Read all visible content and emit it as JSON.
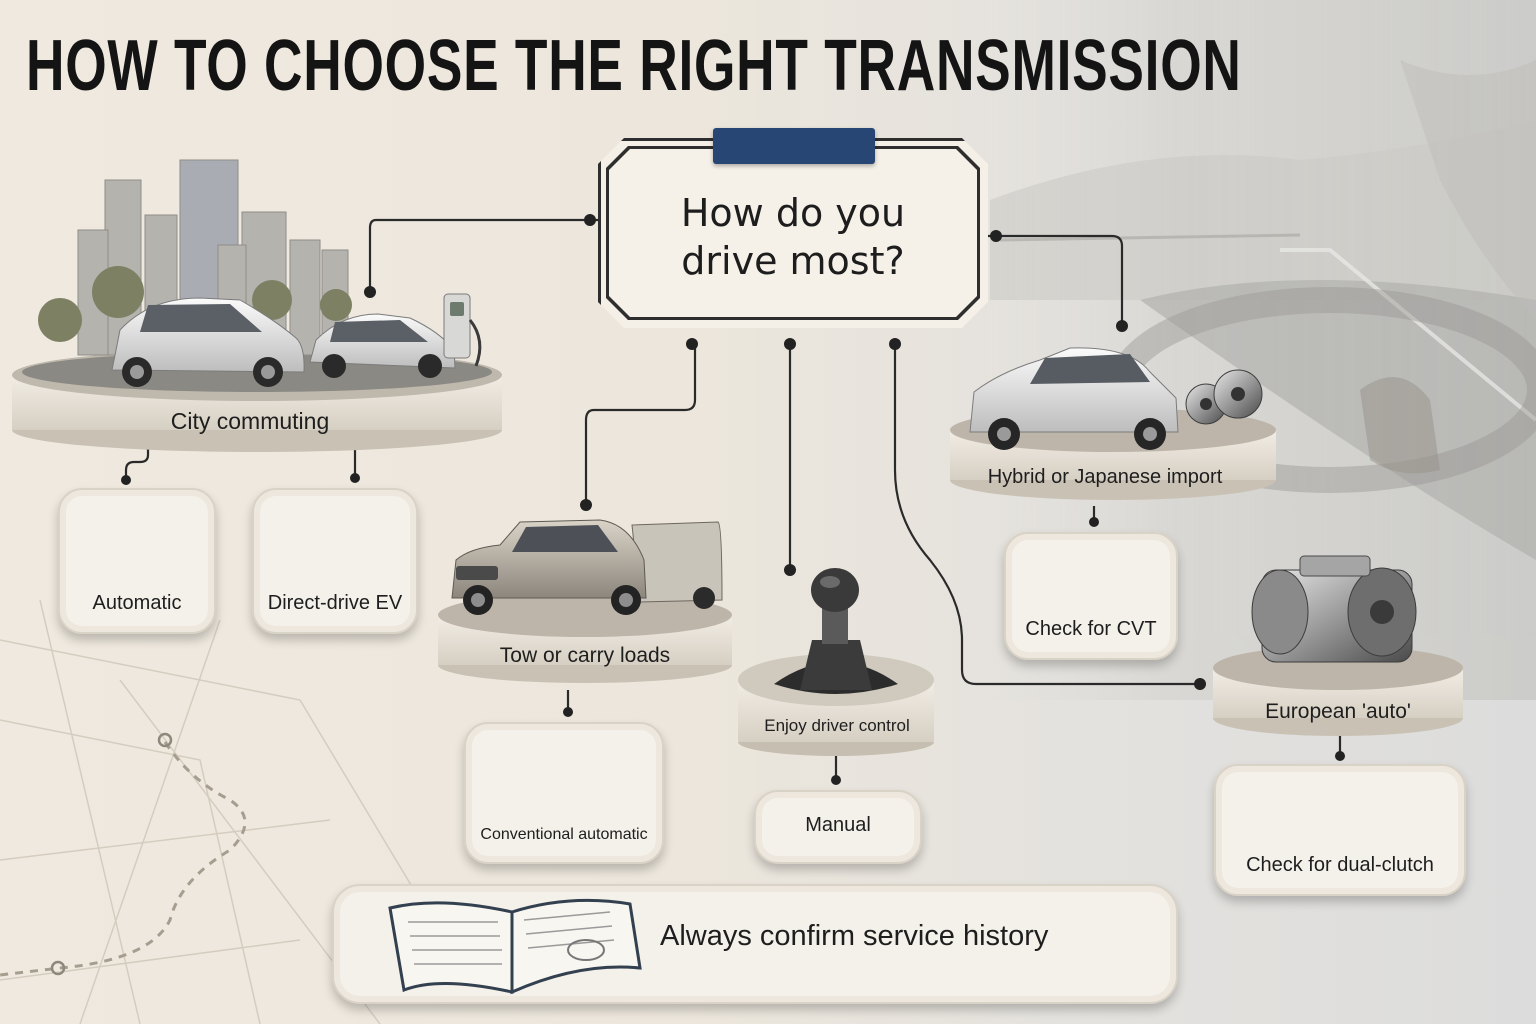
{
  "title": "HOW TO CHOOSE THE RIGHT TRANSMISSION",
  "question": "How do you drive most?",
  "branches": {
    "city": {
      "label": "City commuting",
      "options": [
        "Automatic",
        "Direct-drive EV"
      ]
    },
    "tow": {
      "label": "Tow or carry loads",
      "options": [
        "Conventional automatic"
      ]
    },
    "control": {
      "label": "Enjoy driver control",
      "options": [
        "Manual"
      ]
    },
    "hybrid": {
      "label": "Hybrid or Japanese import",
      "options": [
        "Check for CVT"
      ]
    },
    "european": {
      "label": "European 'auto'",
      "options": [
        "Check for dual-clutch"
      ]
    }
  },
  "footer": "Always confirm service history",
  "colors": {
    "accent_tab": "#274673",
    "connector": "#2a2a2a",
    "card_bg": "#f4f0ea",
    "disc_bg": "#e7e1d7"
  }
}
